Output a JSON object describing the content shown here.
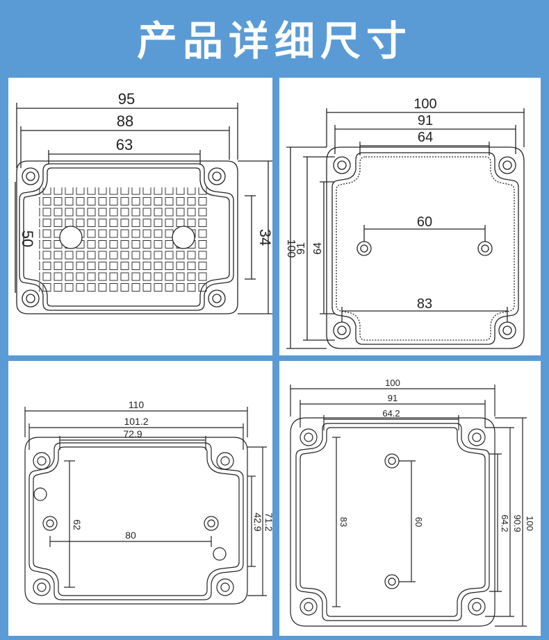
{
  "title": "产品详细尺寸",
  "diagrams": [
    {
      "id": "top-left",
      "dims": {
        "w_outer": "95",
        "w_mid": "88",
        "w_inner": "63",
        "h_left": "50",
        "h_right": "34"
      }
    },
    {
      "id": "top-right",
      "dims": {
        "w_outer": "100",
        "w_mid": "91",
        "w_inner": "64",
        "hole_w": "60",
        "bottom_w": "83",
        "h_outer": "100",
        "h_mid": "91",
        "h_inner": "64"
      }
    },
    {
      "id": "bottom-left",
      "dims": {
        "w_outer": "110",
        "w_mid": "101.2",
        "w_inner": "72.9",
        "hole_w": "80",
        "h_left": "62",
        "h_right1": "42.9",
        "h_right2": "71.2"
      }
    },
    {
      "id": "bottom-right",
      "dims": {
        "w_outer": "100",
        "w_mid": "91",
        "w_inner": "64.2",
        "h_left": "83",
        "h_hole": "60",
        "h_r1": "64.2",
        "h_r2": "90.9",
        "h_r3": "100"
      }
    }
  ],
  "colors": {
    "background": "#5b9bd5",
    "panel": "#ffffff",
    "line": "#222222"
  }
}
